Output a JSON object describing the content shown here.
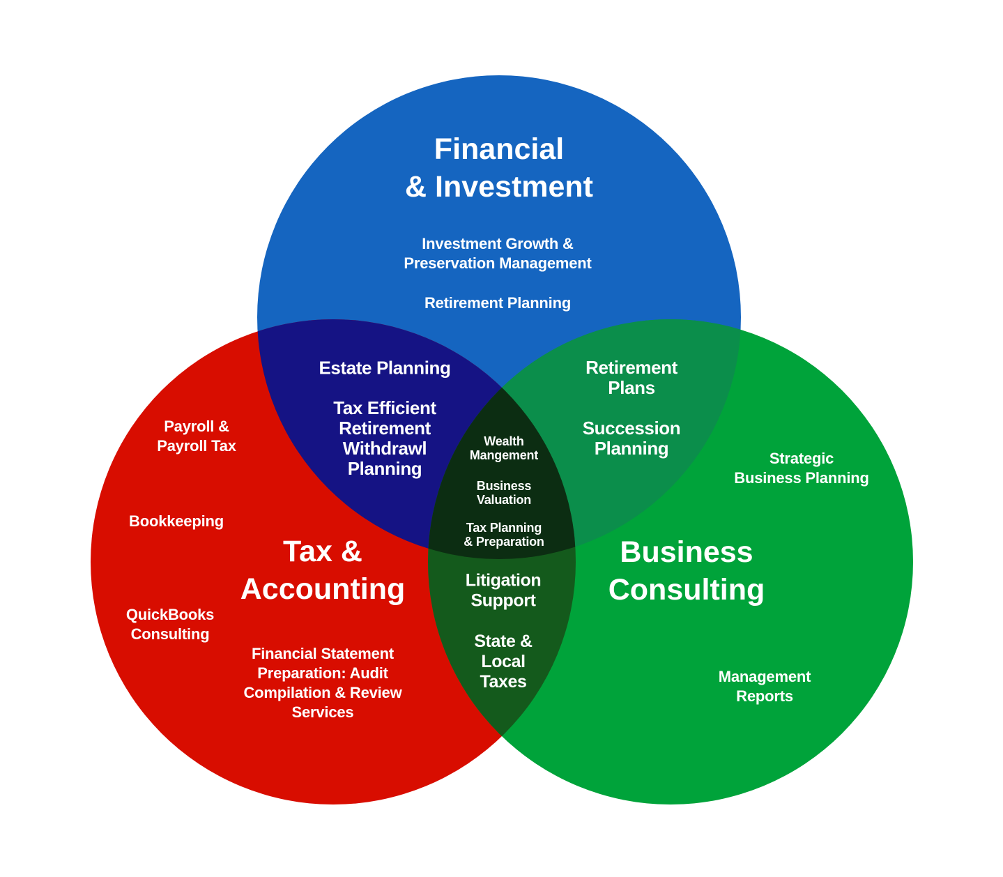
{
  "colors": {
    "financial_circle": "#1565c0",
    "tax_circle": "#d80d00",
    "consulting_circle": "#00a33a",
    "financial_tax_overlap": "#151384",
    "financial_consulting_overlap": "#0b8e4b",
    "tax_consulting_overlap": "#145a1c",
    "triple_overlap": "#0c2d12",
    "label_text": "#ffffff",
    "background": "#ffffff"
  },
  "venn": {
    "financial": {
      "title": "Financial\n& Investment",
      "items": [
        "Investment Growth &\nPreservation Management",
        "Retirement Planning"
      ]
    },
    "tax_accounting": {
      "title": "Tax &\nAccounting",
      "items": [
        "Payroll &\nPayroll Tax",
        "Bookkeeping",
        "QuickBooks\nConsulting",
        "Financial Statement\nPreparation: Audit\nCompilation & Review\nServices"
      ]
    },
    "business_consulting": {
      "title": "Business\nConsulting",
      "items": [
        "Strategic\nBusiness Planning",
        "Management\nReports"
      ]
    },
    "financial_tax": {
      "items": [
        "Estate Planning",
        "Tax Efficient\nRetirement\nWithdrawl\nPlanning"
      ]
    },
    "financial_consulting": {
      "items": [
        "Retirement\nPlans",
        "Succession\nPlanning"
      ]
    },
    "tax_consulting": {
      "items": [
        "Litigation\nSupport",
        "State &\nLocal\nTaxes"
      ]
    },
    "triple": {
      "items": [
        "Wealth\nMangement",
        "Business\nValuation",
        "Tax Planning\n& Preparation"
      ]
    }
  }
}
